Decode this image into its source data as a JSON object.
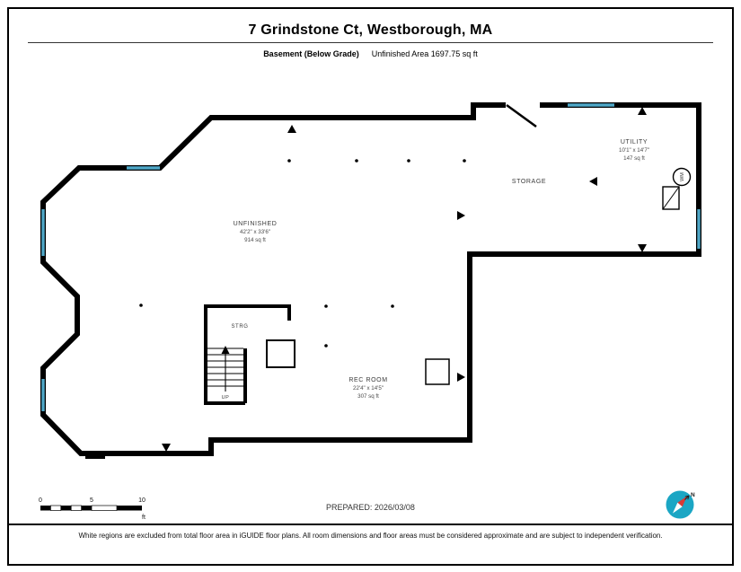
{
  "header": {
    "title": "7 Grindstone Ct, Westborough, MA",
    "floor_label": "Basement (Below Grade)",
    "area_label": "Unfinished Area 1697.75 sq ft"
  },
  "plan": {
    "rooms": {
      "unfinished": {
        "name": "UNFINISHED",
        "dims": "42'2\" x 33'6\"",
        "area": "914 sq ft"
      },
      "storage": {
        "name": "STORAGE"
      },
      "utility": {
        "name": "UTILITY",
        "dims": "10'1\" x 14'7\"",
        "area": "147 sq ft"
      },
      "rec_room": {
        "name": "REC ROOM",
        "dims": "22'4\" x 14'5\"",
        "area": "307 sq ft"
      },
      "strg": {
        "name": "STRG"
      }
    },
    "stairs_label": "UP",
    "washer_label": "WM"
  },
  "scale_bar": {
    "tick_0": "0",
    "tick_5": "5",
    "tick_10": "10",
    "unit": "ft"
  },
  "prepared_label": "PREPARED: 2026/03/08",
  "compass": {
    "north_label": "N"
  },
  "footer_note": "White regions are excluded from total floor area in iGUIDE floor plans. All room dimensions and floor areas must be considered approximate and are subject to independent verification.",
  "colors": {
    "wall": "#000000",
    "window": "#4FA8C8",
    "compass_fill": "#1BA6C4",
    "needle_red": "#D93A35"
  }
}
